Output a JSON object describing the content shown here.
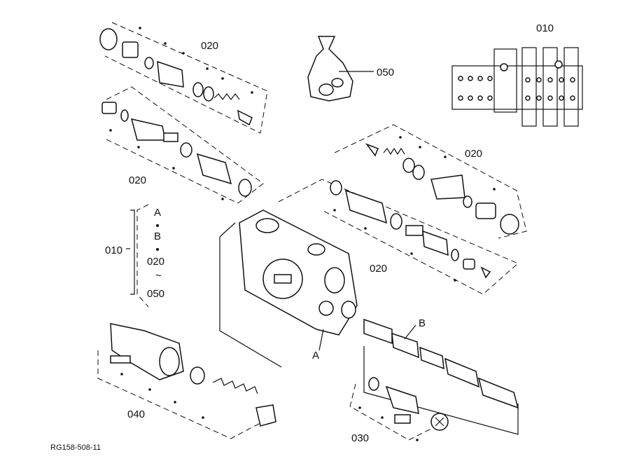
{
  "labels": {
    "top_left_group": "020",
    "left_mid_group": "020",
    "bag": "050",
    "right_top_group": "020",
    "right_mid_group": "020",
    "main_ref": "010",
    "legend_a": "A",
    "legend_b": "B",
    "legend_020": "020",
    "legend_tilde": "~",
    "legend_050": "050",
    "valve_a": "A",
    "spool_b": "B",
    "bottom_left_group": "040",
    "bottom_right_group": "030",
    "top_right_ref": "010",
    "diagram_code": "RG158-508-11"
  }
}
